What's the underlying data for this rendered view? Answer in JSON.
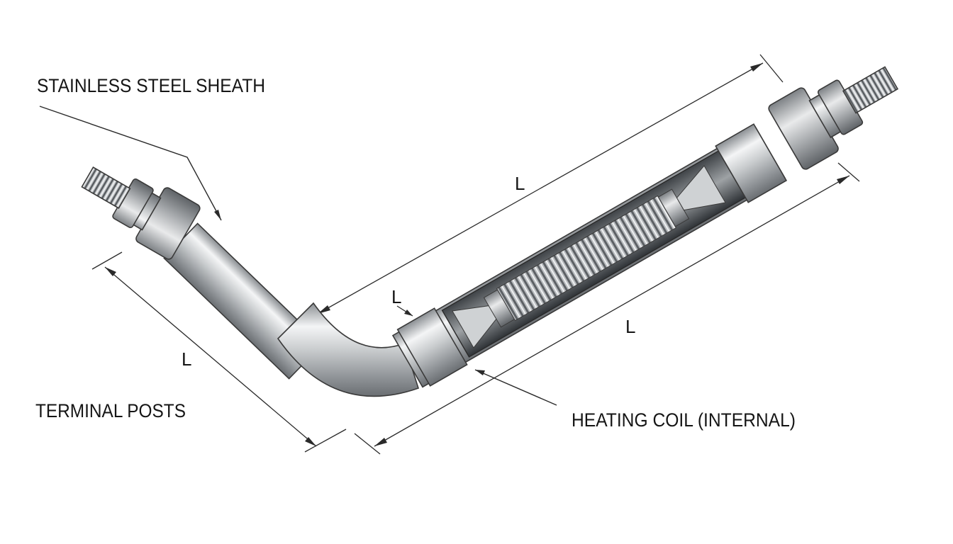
{
  "labels": {
    "sheath": "STAINLESS STEEL SHEATH",
    "terminals": "TERMINAL POSTS",
    "coil": "HEATING COIL (INTERNAL)"
  },
  "dimensions": {
    "upper_long": "L",
    "left_leg": "L",
    "lower_long": "L",
    "small_gap": "L"
  },
  "colors": {
    "metal_light": "#f2f3f4",
    "metal_mid": "#b7babd",
    "metal_dark": "#6d7175",
    "line": "#2a2a2a",
    "text": "#151515"
  }
}
